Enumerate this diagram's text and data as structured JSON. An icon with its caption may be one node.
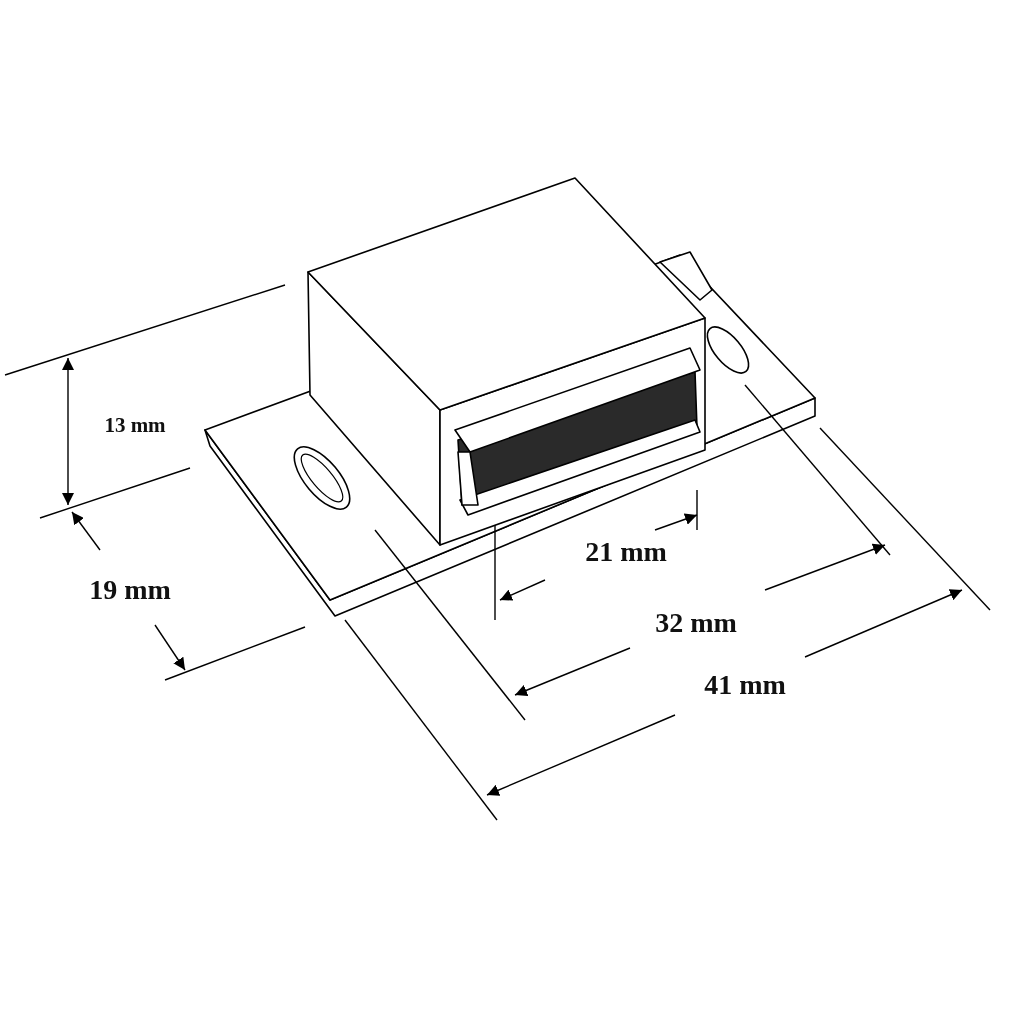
{
  "diagram": {
    "labels": [
      "13 mm",
      "19 mm",
      "21 mm",
      "32 mm",
      "41 mm"
    ]
  }
}
